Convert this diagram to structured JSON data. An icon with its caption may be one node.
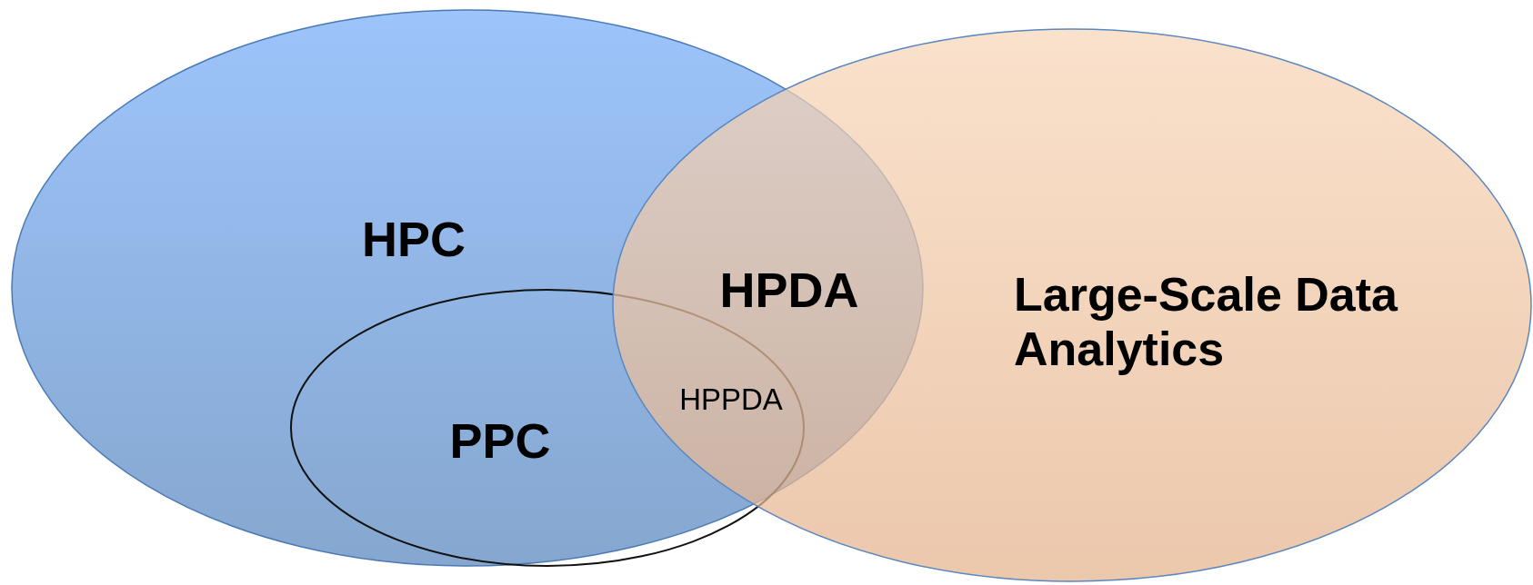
{
  "diagram": {
    "nodes": [
      {
        "text": [
          "HPC"
        ]
      },
      {
        "text": [
          "PPC"
        ],
        "in": 0
      },
      {
        "text": [
          "Large-Scale Data Analytics"
        ]
      }
    ],
    "labels": [
      "HPDA",
      "HPPDA"
    ]
  }
}
